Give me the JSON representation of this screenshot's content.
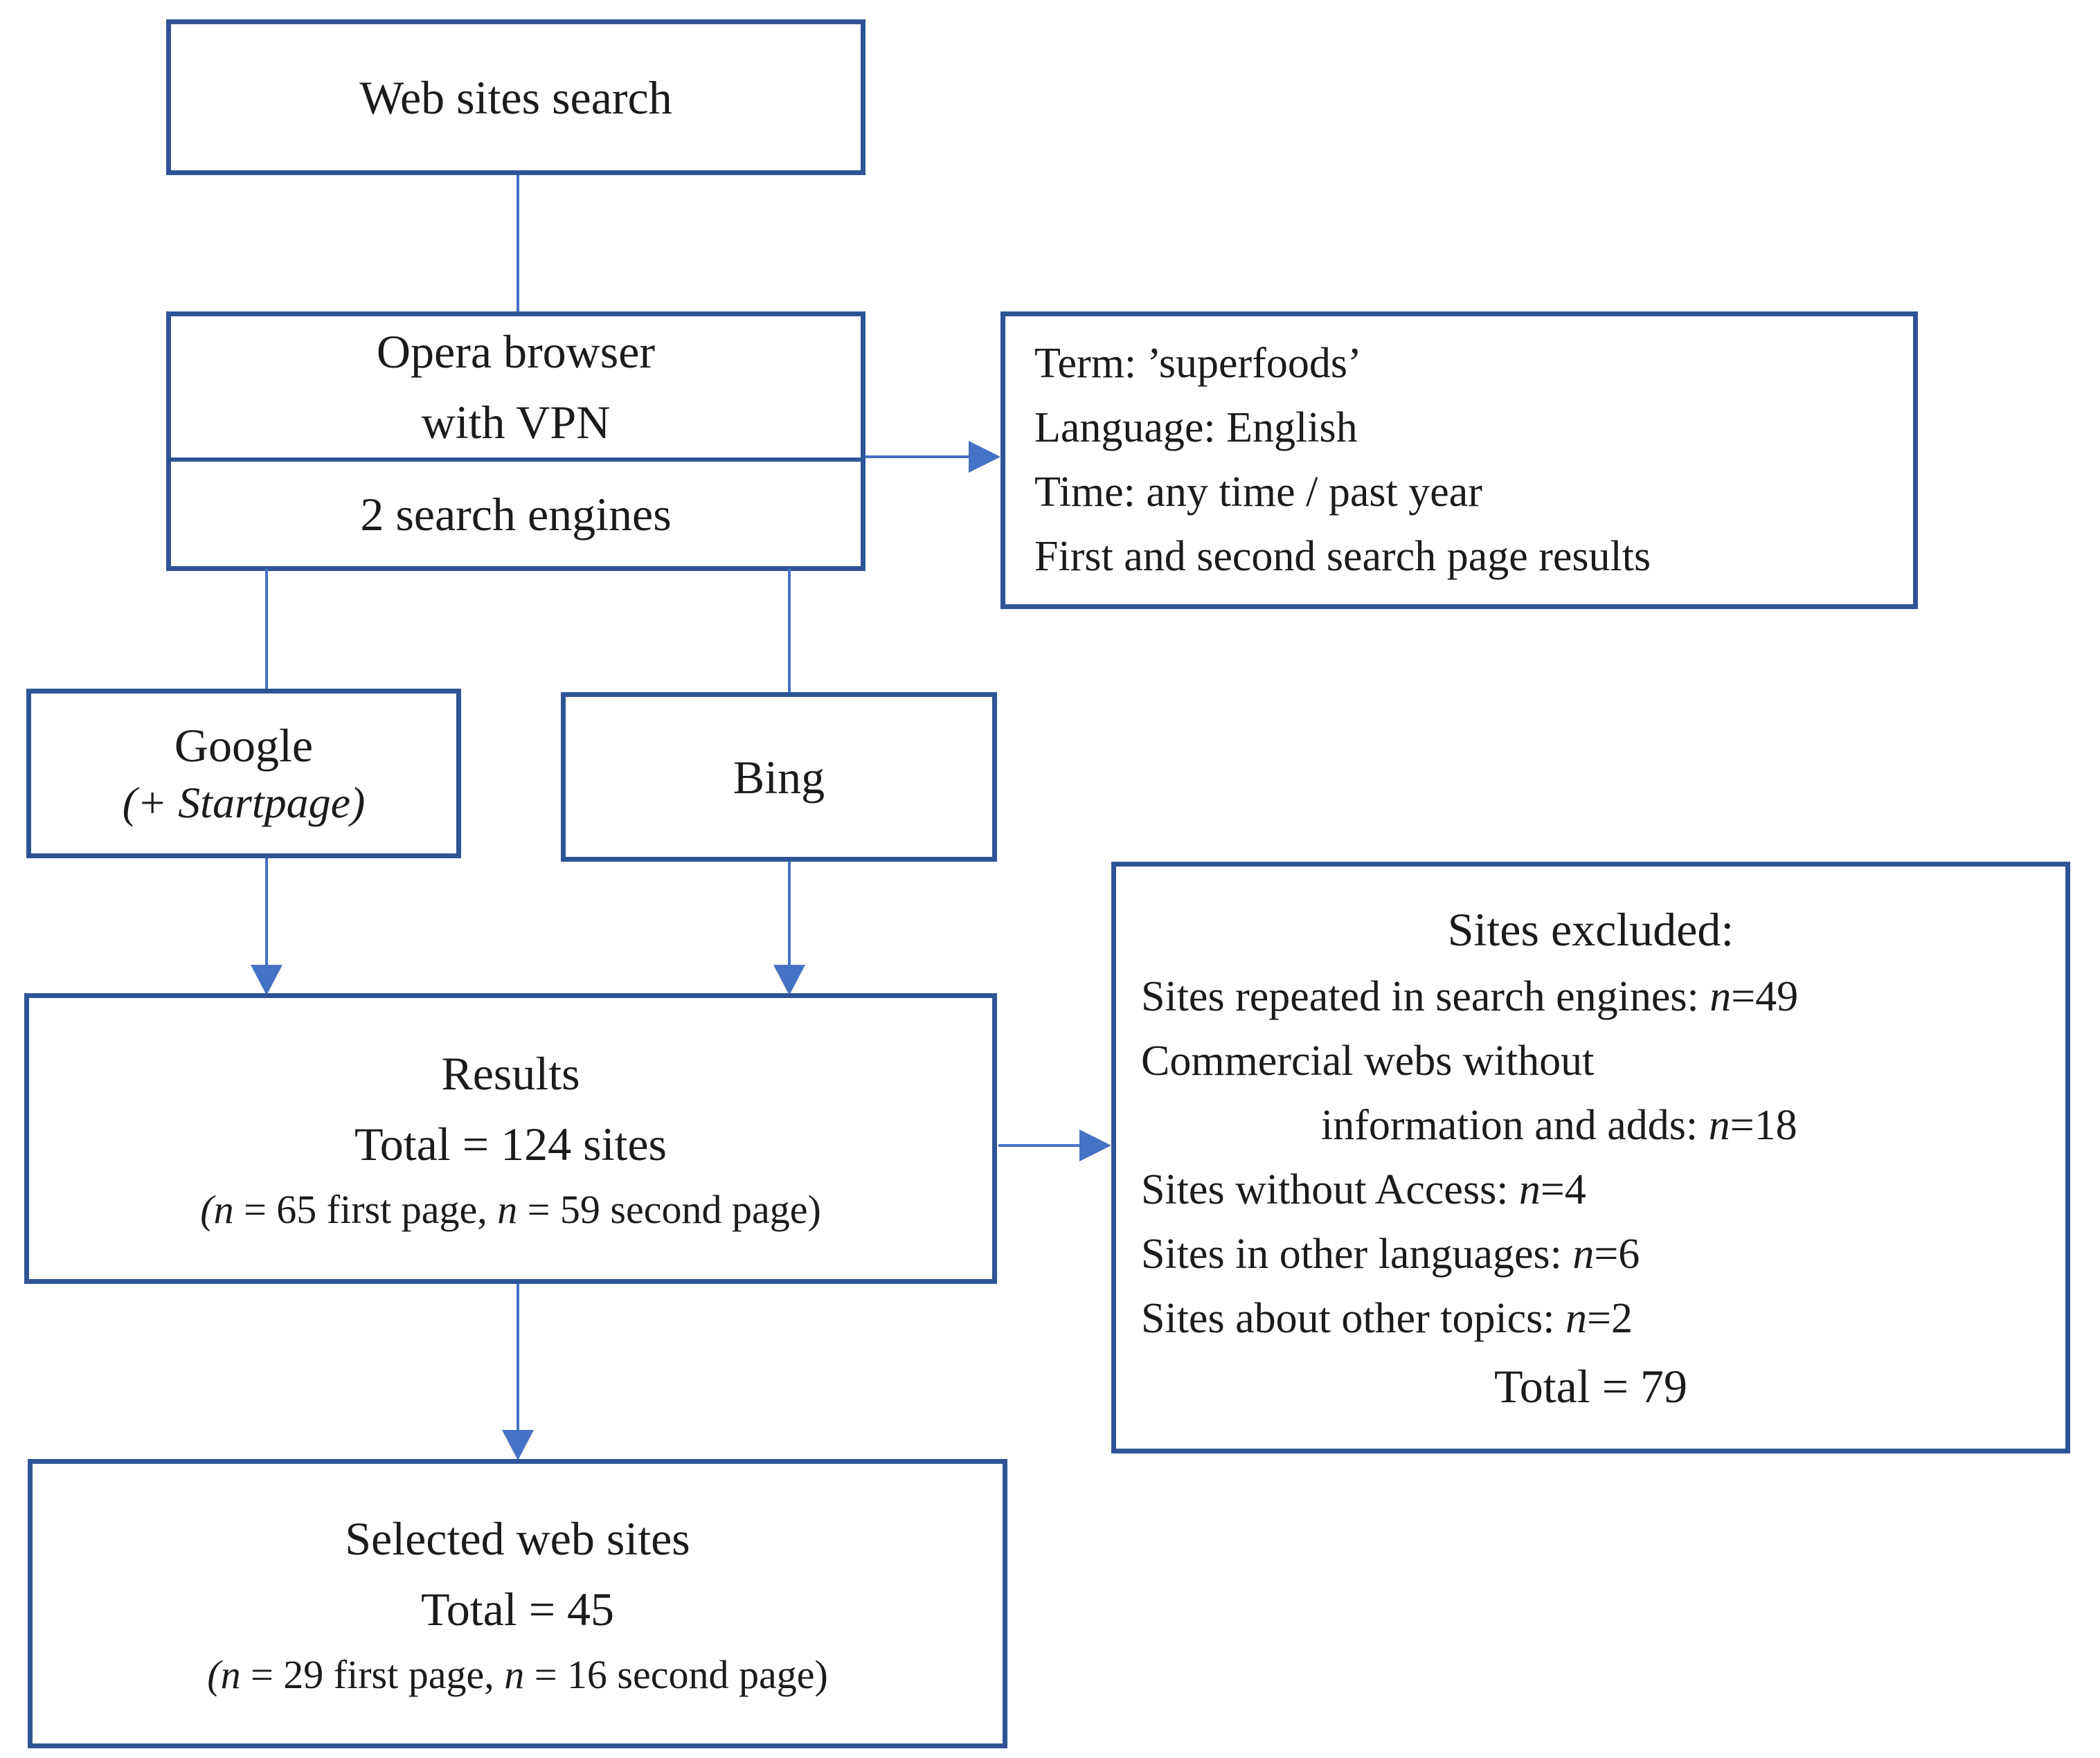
{
  "figure": {
    "type": "flowchart",
    "colors": {
      "box_border": "#2f5496",
      "connector": "#4472c4",
      "text": "#1b1b1b",
      "background": "#ffffff"
    },
    "nodes": {
      "web_search": {
        "title": "Web sites search"
      },
      "browser": {
        "title_line1": "Opera browser",
        "title_line2": "with VPN",
        "subtitle": "2 search engines"
      },
      "params": {
        "lines": [
          "Term: ’superfoods’",
          "Language: English",
          "Time: any time / past year",
          "First and second search page results"
        ]
      },
      "google": {
        "title": "Google",
        "subtitle": "(+ Startpage)"
      },
      "bing": {
        "title": "Bing"
      },
      "results": {
        "title": "Results",
        "total": "Total = 124 sites",
        "note": [
          "(",
          "n",
          " = 65 first page, ",
          "n",
          " = 59 second page)"
        ]
      },
      "excluded": {
        "title": "Sites excluded:",
        "items": [
          {
            "pre": "Sites repeated in search engines: ",
            "n": "n",
            "post": "=49"
          },
          {
            "pre": "Commercial webs without",
            "n": "",
            "post": ""
          },
          {
            "pre": "information and adds: ",
            "n": "n",
            "post": "=18"
          },
          {
            "pre": "Sites without Access: ",
            "n": "n",
            "post": "=4"
          },
          {
            "pre": "Sites in other languages: ",
            "n": "n",
            "post": "=6"
          },
          {
            "pre": "Sites about other topics: ",
            "n": "n",
            "post": "=2"
          }
        ],
        "total": "Total = 79"
      },
      "selected": {
        "title": "Selected web sites",
        "total": "Total = 45",
        "note": [
          "(",
          "n",
          " = 29 first page, ",
          "n",
          " = 16 second page)"
        ]
      }
    }
  }
}
